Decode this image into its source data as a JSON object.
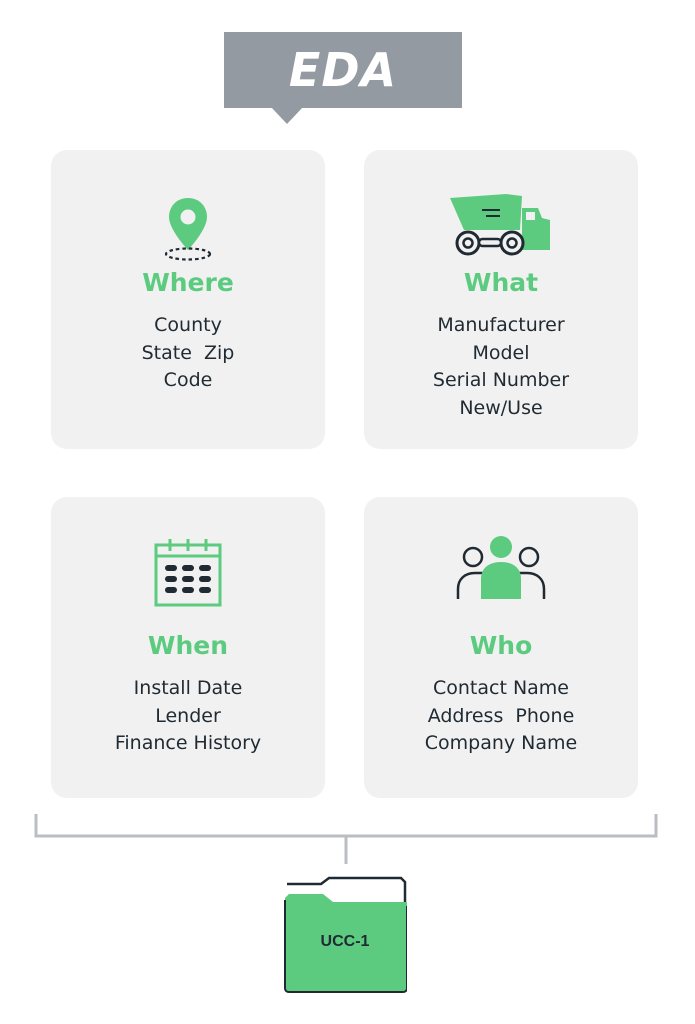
{
  "logo": {
    "text": "EDA"
  },
  "cards": [
    {
      "title": "Where",
      "icon": "location-pin-icon",
      "lines": [
        "County",
        "State  Zip",
        "Code"
      ]
    },
    {
      "title": "What",
      "icon": "dump-truck-icon",
      "lines": [
        "Manufacturer",
        "Model",
        "Serial Number",
        "New/Use"
      ]
    },
    {
      "title": "When",
      "icon": "calendar-icon",
      "lines": [
        "Install Date",
        "Lender",
        "Finance History"
      ]
    },
    {
      "title": "Who",
      "icon": "people-group-icon",
      "lines": [
        "Contact Name",
        "Address  Phone",
        "Company Name"
      ]
    }
  ],
  "folder": {
    "label": "UCC-1",
    "icon": "folder-icon"
  },
  "colors": {
    "accent": "#5ccb7f",
    "logo_bg": "#939aa1",
    "card_bg": "#f1f1f1",
    "text": "#1f2a33",
    "connector": "#b9bec3"
  }
}
